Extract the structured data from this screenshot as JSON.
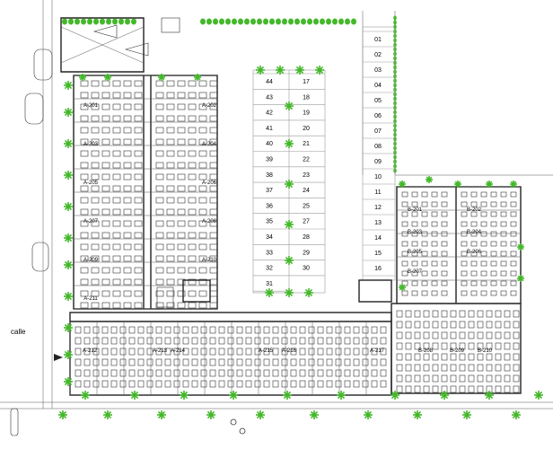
{
  "street_label": "calle",
  "parking_right": [
    "01",
    "02",
    "03",
    "04",
    "05",
    "06",
    "07",
    "08",
    "09",
    "10",
    "11",
    "12",
    "13",
    "14",
    "15",
    "16"
  ],
  "parking_center_left": [
    "44",
    "43",
    "42",
    "41",
    "40",
    "39",
    "38",
    "37",
    "36",
    "35",
    "34",
    "33",
    "32",
    "31"
  ],
  "parking_center_right": [
    "17",
    "18",
    "19",
    "20",
    "21",
    "22",
    "23",
    "24",
    "25",
    "27",
    "28",
    "29",
    "30"
  ],
  "units_block_a_left": [
    "A-201",
    "A-203",
    "A-205",
    "A-207",
    "A-209",
    "A-211"
  ],
  "units_block_a_right": [
    "A-202",
    "A-204",
    "A-206",
    "A-208",
    "A-210"
  ],
  "units_block_a_bottom": [
    "A-212",
    "A-213",
    "A-214",
    "A-215",
    "A-216",
    "A-217"
  ],
  "units_block_b": [
    "B-201",
    "B-202",
    "B-203",
    "B-204",
    "B-205",
    "B-206",
    "B-207"
  ],
  "units_block_b_bottom": [
    "B-208",
    "B-209",
    "B-210"
  ],
  "colors": {
    "tree": "#44b82a",
    "line": "#222222",
    "hatch": "#8a8a8a"
  }
}
